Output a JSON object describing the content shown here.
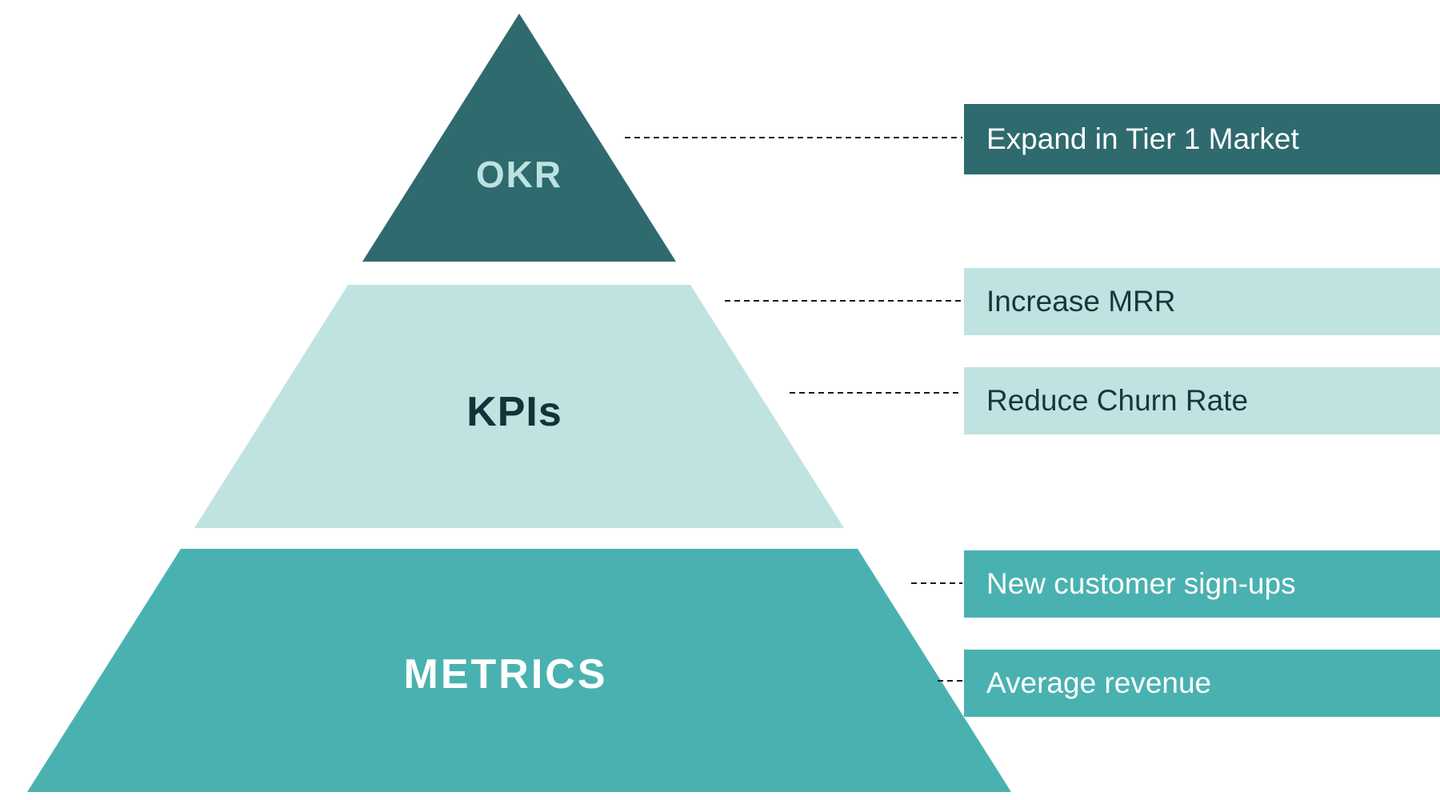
{
  "diagram": {
    "type": "pyramid",
    "connector_color": "#1b1b1b",
    "tiers": [
      {
        "label": "OKR",
        "color": "#2E6A6E",
        "text_color": "#BCE2E0"
      },
      {
        "label": "KPIs",
        "color": "#BFE3E0",
        "text_color": "#12333A"
      },
      {
        "label": "METRICS",
        "color": "#49B2B0",
        "text_color": "#FFFFFF"
      }
    ],
    "callouts": [
      {
        "label": "Expand in Tier 1 Market",
        "connects_to": "OKR",
        "color": "#2E6A6E",
        "text_color": "#FFFFFF"
      },
      {
        "label": "Increase MRR",
        "connects_to": "KPIs",
        "color": "#BFE3E0",
        "text_color": "#14383D"
      },
      {
        "label": "Reduce Churn Rate",
        "connects_to": "KPIs",
        "color": "#BFE3E0",
        "text_color": "#14383D"
      },
      {
        "label": "New customer sign-ups",
        "connects_to": "METRICS",
        "color": "#49B2B0",
        "text_color": "#FFFFFF"
      },
      {
        "label": "Average revenue",
        "connects_to": "METRICS",
        "color": "#49B2B0",
        "text_color": "#FFFFFF"
      }
    ]
  }
}
